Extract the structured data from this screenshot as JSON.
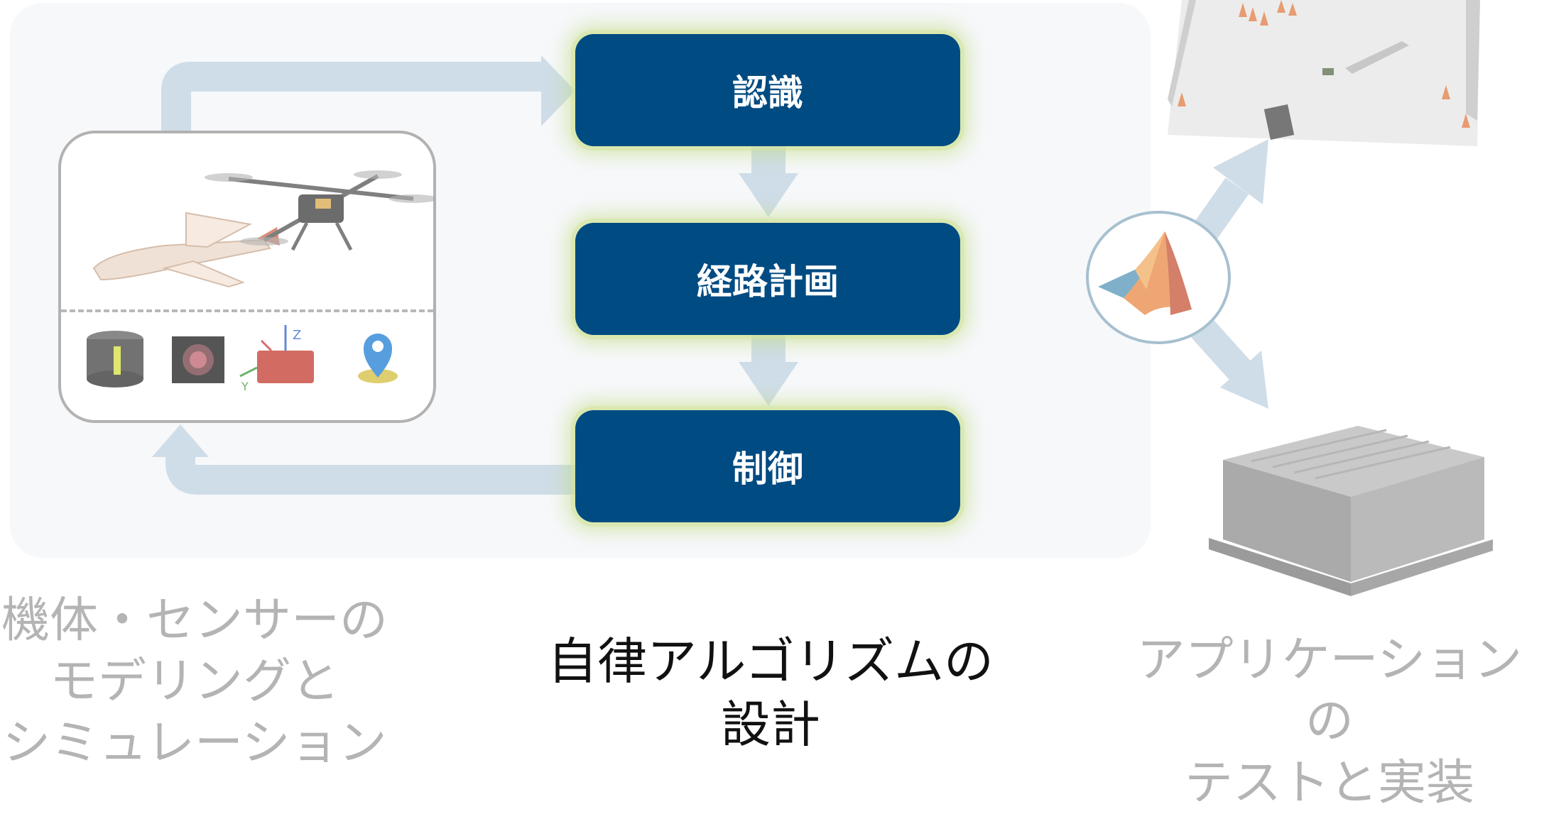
{
  "blocks": {
    "perception": "認識",
    "planning": "経路計画",
    "control": "制御"
  },
  "captions": {
    "left": [
      "機体・センサーの",
      "モデリングと",
      "シミュレーション"
    ],
    "middle": [
      "自律アルゴリズムの",
      "設計"
    ],
    "right": [
      "アプリケーションの",
      "テストと実装"
    ]
  },
  "images": {
    "drones": "fixed-wing-and-quadcopter-drones",
    "sensors": [
      "lidar-sensor",
      "camera-sensor",
      "imu-sensor",
      "gps-pin"
    ],
    "simulation": "3d-simulation-scene-with-cones",
    "logo": "matlab-peaks-logo",
    "hardware": "embedded-hardware-module"
  },
  "colors": {
    "block_fill": "#004b82",
    "block_glow": "#d2e6a0",
    "arrow": "#cfdde8",
    "panel": "#f6f8fa",
    "faded_text": "#b4b4b4"
  }
}
